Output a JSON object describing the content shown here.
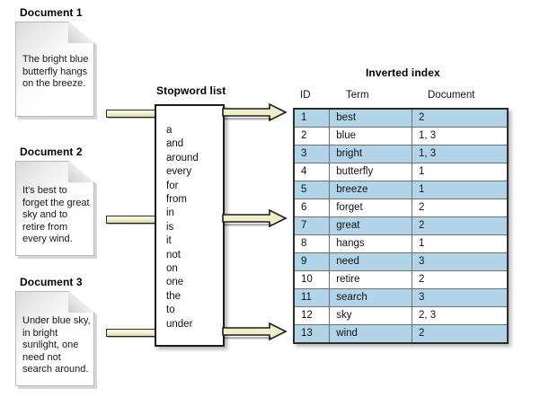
{
  "documents": [
    {
      "title": "Document 1",
      "text": "The bright blue butterfly hangs on the breeze."
    },
    {
      "title": "Document 2",
      "text": "It's best to forget the great sky and to retire from every wind."
    },
    {
      "title": "Document 3",
      "text": "Under blue sky, in bright sunlight, one need not search around."
    }
  ],
  "stopword": {
    "title": "Stopword list",
    "words": [
      "a",
      "and",
      "around",
      "every",
      "for",
      "from",
      "in",
      "is",
      "it",
      "not",
      "on",
      "one",
      "the",
      "to",
      "under"
    ]
  },
  "index": {
    "title": "Inverted index",
    "columns": [
      "ID",
      "Term",
      "Document"
    ],
    "rows": [
      {
        "id": "1",
        "term": "best",
        "document": "2"
      },
      {
        "id": "2",
        "term": "blue",
        "document": "1, 3"
      },
      {
        "id": "3",
        "term": "bright",
        "document": "1, 3"
      },
      {
        "id": "4",
        "term": "butterfly",
        "document": "1"
      },
      {
        "id": "5",
        "term": "breeze",
        "document": "1"
      },
      {
        "id": "6",
        "term": "forget",
        "document": "2"
      },
      {
        "id": "7",
        "term": "great",
        "document": "2"
      },
      {
        "id": "8",
        "term": "hangs",
        "document": "1"
      },
      {
        "id": "9",
        "term": "need",
        "document": "3"
      },
      {
        "id": "10",
        "term": "retire",
        "document": "2"
      },
      {
        "id": "11",
        "term": "search",
        "document": "3"
      },
      {
        "id": "12",
        "term": "sky",
        "document": "2, 3"
      },
      {
        "id": "13",
        "term": "wind",
        "document": "2"
      }
    ]
  },
  "colors": {
    "row_highlight": "#b2d4e8",
    "arrow_fill": "#f0efc9",
    "arrow_stroke": "#1c1c1c",
    "background": "#ffffff"
  }
}
